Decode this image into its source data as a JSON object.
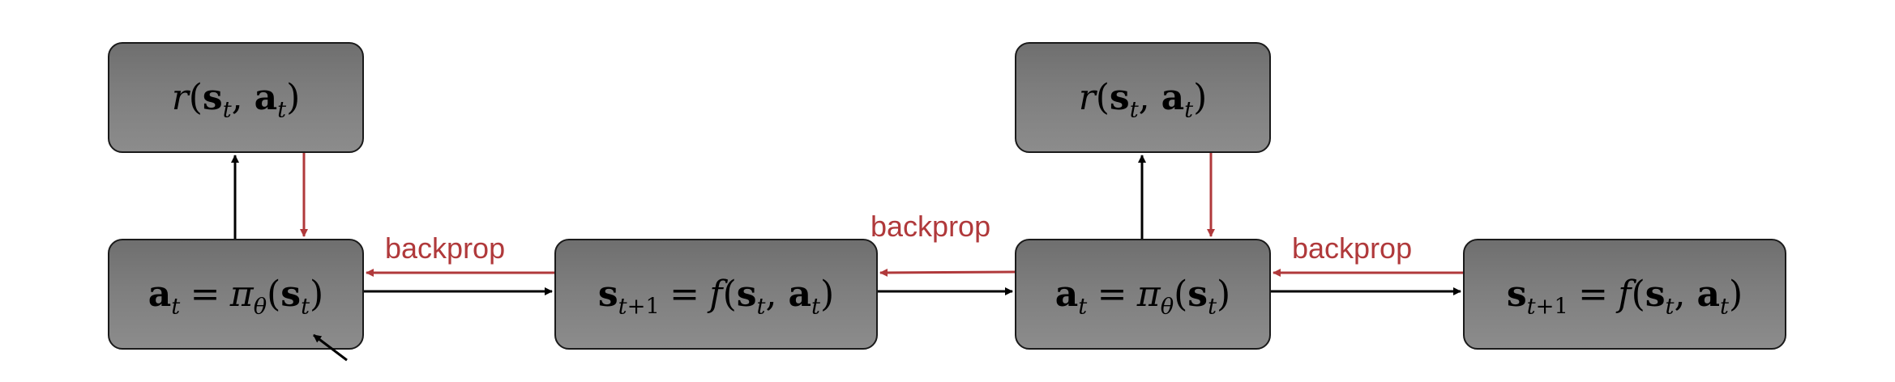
{
  "diagram": {
    "colors": {
      "box_fill_top": "#6f6f6f",
      "box_fill_bottom": "#8c8c8c",
      "forward_arrow": "#000000",
      "backprop_arrow": "#b0393b",
      "backprop_label": "#b0393b"
    },
    "labels": {
      "backprop_1": "backprop",
      "backprop_2": "backprop",
      "backprop_3": "backprop"
    },
    "nodes": {
      "reward_1": "r(s_t, a_t)",
      "policy_1": "a_t = π_θ(s_t)",
      "dynamics_1": "s_{t+1} = f(s_t, a_t)",
      "reward_2": "r(s_t, a_t)",
      "policy_2": "a_t = π_θ(s_t)",
      "dynamics_2": "s_{t+1} = f(s_t, a_t)"
    }
  }
}
